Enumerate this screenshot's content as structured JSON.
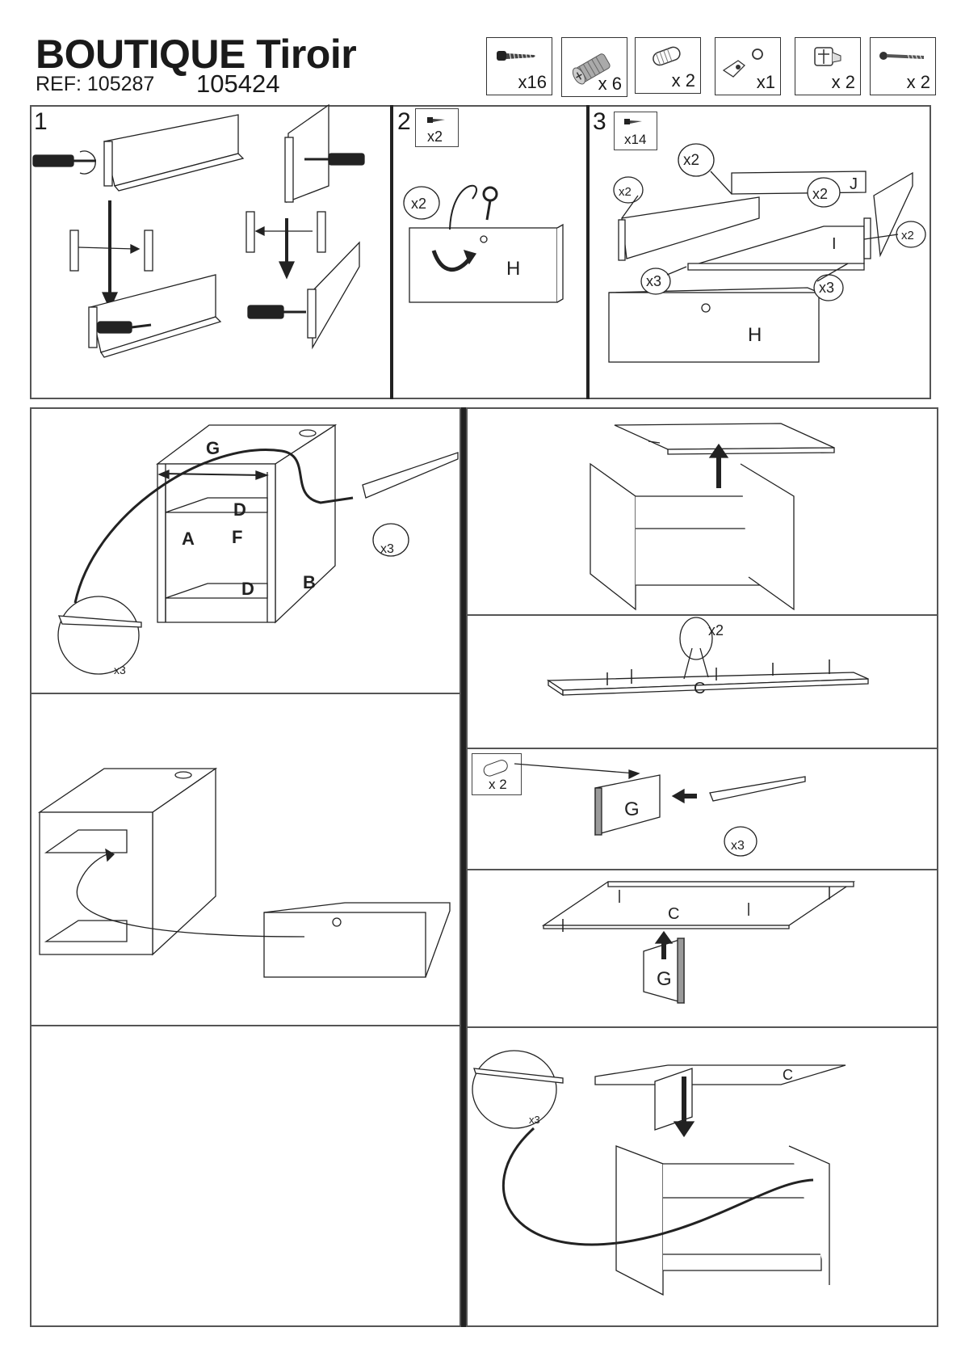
{
  "header": {
    "title": "BOUTIQUE Tiroir",
    "ref_label": "REF: 105287",
    "ref_alt": "105424"
  },
  "parts": [
    {
      "icon": "screw-icon",
      "qty": "x16"
    },
    {
      "icon": "dowel-cam-icon",
      "qty": "x 6"
    },
    {
      "icon": "wood-dowel-icon",
      "qty": "x 2"
    },
    {
      "icon": "handle-bracket-icon",
      "qty": "x1"
    },
    {
      "icon": "cam-lock-icon",
      "qty": "x 2"
    },
    {
      "icon": "cam-bolt-icon",
      "qty": "x 2"
    }
  ],
  "steps": {
    "s1": {
      "num": "1"
    },
    "s2": {
      "num": "2",
      "screws": "x2",
      "callout": "x2",
      "panel": "H"
    },
    "s3": {
      "num": "3",
      "screws": "x14",
      "c1": "x2",
      "c2": "x2",
      "c3": "x2",
      "c4": "x2",
      "c5": "x3",
      "c6": "x3",
      "panel_j": "J",
      "panel_i": "I",
      "panel_h": "H"
    }
  },
  "lower_left": {
    "a": {
      "g": "G",
      "d_top": "D",
      "a": "A",
      "f": "F",
      "d_bot": "D",
      "b": "B",
      "screw_qty": "x3",
      "zoom_qty": "x3"
    }
  },
  "lower_right": {
    "c": {
      "dowel_qty": "x2",
      "panel": "C"
    },
    "d": {
      "dowel_qty": "x 2",
      "panel": "G",
      "screw_qty": "x3"
    },
    "e": {
      "panel_c": "C",
      "panel_g": "G"
    },
    "f": {
      "panel_c": "C",
      "zoom_qty": "x3"
    }
  },
  "colors": {
    "line": "#222222",
    "frame": "#555555",
    "edge_band": "#9a9a9a"
  }
}
